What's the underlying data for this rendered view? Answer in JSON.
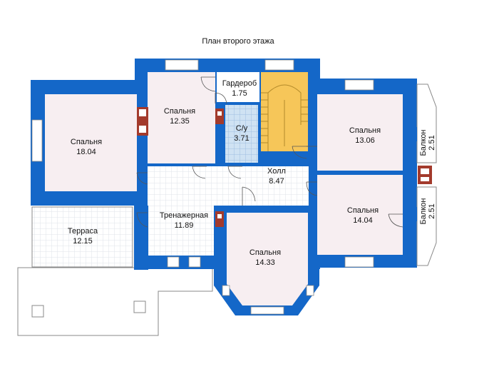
{
  "title": "План второго этажа",
  "colors": {
    "wall": "#1467c8",
    "bedroom": "#f7eef1",
    "tile": "#ffffff",
    "grid": "#dfe3ea",
    "bathroom": "#cfe2f3",
    "stairs": "#f6c659",
    "chimney": "#a33a2c",
    "outline": "#777777"
  },
  "rooms": [
    {
      "id": "bedroom-1",
      "name": "Спальня",
      "area": "18.04"
    },
    {
      "id": "bedroom-2",
      "name": "Спальня",
      "area": "12.35"
    },
    {
      "id": "wardrobe",
      "name": "Гардероб",
      "area": "1.75"
    },
    {
      "id": "bathroom",
      "name": "С/у",
      "area": "3.71"
    },
    {
      "id": "hall",
      "name": "Холл",
      "area": "8.47"
    },
    {
      "id": "bedroom-3",
      "name": "Спальня",
      "area": "13.06"
    },
    {
      "id": "balcony-1",
      "name": "Балкон",
      "area": "2.51"
    },
    {
      "id": "balcony-2",
      "name": "Балкон",
      "area": "2.51"
    },
    {
      "id": "gym",
      "name": "Тренажерная",
      "area": "11.89"
    },
    {
      "id": "bedroom-4",
      "name": "Спальня",
      "area": "14.04"
    },
    {
      "id": "terrace",
      "name": "Терраса",
      "area": "12.15"
    },
    {
      "id": "bedroom-5",
      "name": "Спальня",
      "area": "14.33"
    }
  ]
}
